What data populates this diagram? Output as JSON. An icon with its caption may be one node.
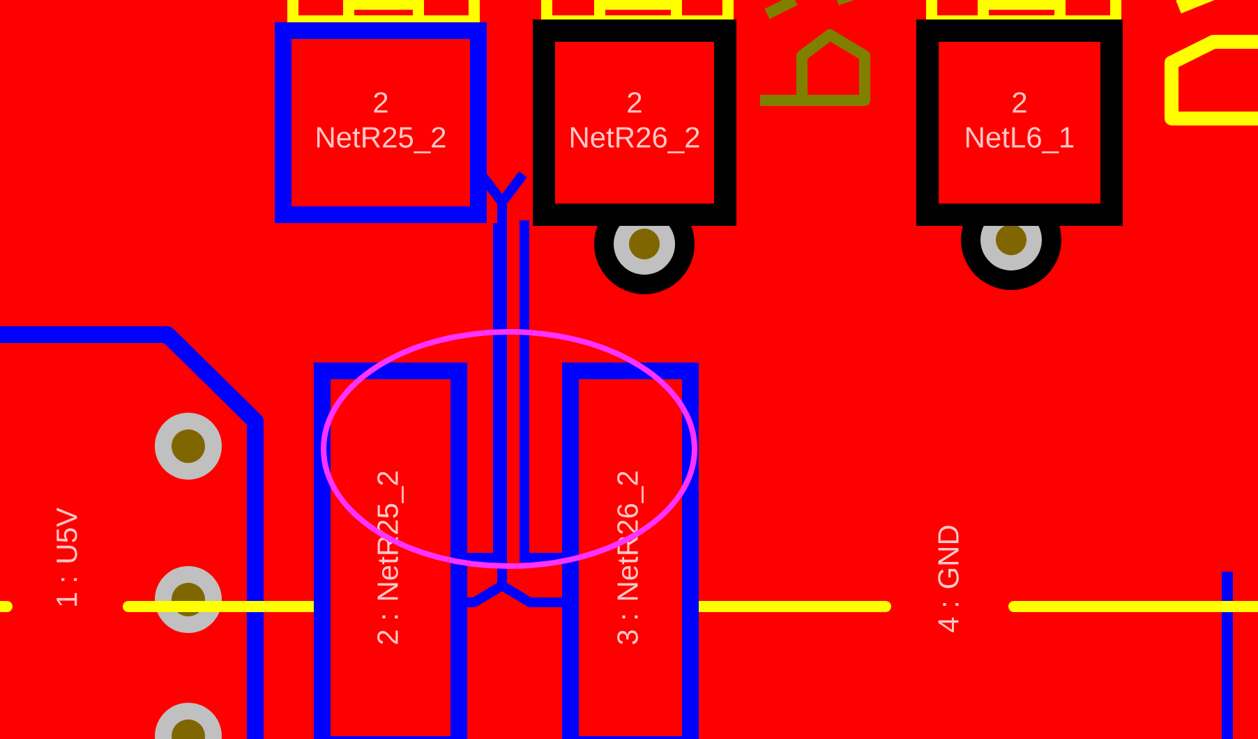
{
  "diagram": {
    "nodes": [
      {
        "text": [
          "2",
          "NetR25_2"
        ]
      },
      {
        "text": [
          "2",
          "NetR26_2"
        ]
      },
      {
        "text": [
          "2",
          "NetL6_1"
        ]
      },
      {
        "text": [
          "2 : NetR25_2"
        ]
      },
      {
        "text": [
          "3 : NetR26_2"
        ]
      }
    ],
    "edges": [
      {
        "from": 0,
        "to": 3,
        "arrow": "none"
      },
      {
        "from": 1,
        "to": 4,
        "arrow": "none"
      }
    ],
    "labels": [
      "1 : U5V",
      "4 : GND"
    ]
  }
}
